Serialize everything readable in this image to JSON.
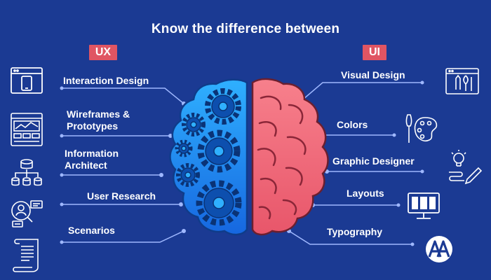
{
  "title": "Know the difference between",
  "ux": {
    "badge": "UX",
    "items": [
      {
        "line1": "Interaction Design",
        "line2": ""
      },
      {
        "line1": "Wireframes &",
        "line2": "Prototypes"
      },
      {
        "line1": "Information",
        "line2": "Architect"
      },
      {
        "line1": "User Research",
        "line2": ""
      },
      {
        "line1": "Scenarios",
        "line2": ""
      }
    ]
  },
  "ui": {
    "badge": "UI",
    "items": [
      {
        "line1": "Visual Design"
      },
      {
        "line1": "Colors"
      },
      {
        "line1": "Graphic Designer"
      },
      {
        "line1": "Layouts"
      },
      {
        "line1": "Typography"
      }
    ]
  },
  "icons": {
    "left": [
      "browser-mobile-icon",
      "wireframe-icon",
      "database-hierarchy-icon",
      "user-research-icon",
      "document-scroll-icon"
    ],
    "right": [
      "design-tools-icon",
      "palette-icon",
      "idea-pencil-icon",
      "layout-monitor-icon",
      "typography-logo-icon"
    ]
  },
  "colors": {
    "background": "#1b3a93",
    "badge": "#e05563",
    "left_brain": "#1f8fee",
    "right_brain": "#f06b7a",
    "connector": "#9fb8ff"
  }
}
